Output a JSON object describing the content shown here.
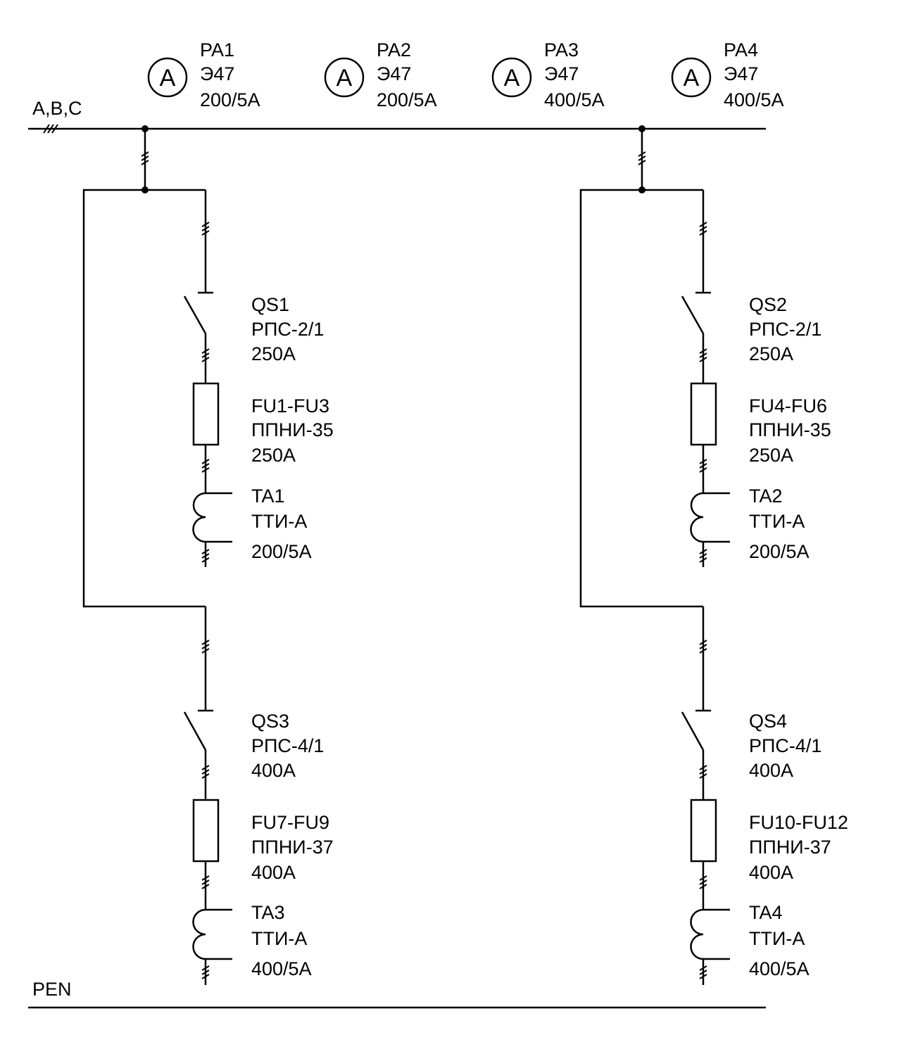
{
  "bus_top_label": "A,B,C",
  "bus_bottom_label": "PEN",
  "ammeters": [
    {
      "symbol": "A",
      "id": "PA1",
      "type": "Э47",
      "rating": "200/5A"
    },
    {
      "symbol": "A",
      "id": "PA2",
      "type": "Э47",
      "rating": "200/5A"
    },
    {
      "symbol": "A",
      "id": "PA3",
      "type": "Э47",
      "rating": "400/5A"
    },
    {
      "symbol": "A",
      "id": "PA4",
      "type": "Э47",
      "rating": "400/5A"
    }
  ],
  "switches": [
    {
      "id": "QS1",
      "type": "РПС-2/1",
      "rating": "250A"
    },
    {
      "id": "QS2",
      "type": "РПС-2/1",
      "rating": "250A"
    },
    {
      "id": "QS3",
      "type": "РПС-4/1",
      "rating": "400A"
    },
    {
      "id": "QS4",
      "type": "РПС-4/1",
      "rating": "400A"
    }
  ],
  "fuses": [
    {
      "id": "FU1-FU3",
      "type": "ППНИ-35",
      "rating": "250A"
    },
    {
      "id": "FU4-FU6",
      "type": "ППНИ-35",
      "rating": "250A"
    },
    {
      "id": "FU7-FU9",
      "type": "ППНИ-37",
      "rating": "400A"
    },
    {
      "id": "FU10-FU12",
      "type": "ППНИ-37",
      "rating": "400A"
    }
  ],
  "transformers": [
    {
      "id": "TA1",
      "type": "ТТИ-А",
      "rating": "200/5A"
    },
    {
      "id": "TA2",
      "type": "ТТИ-А",
      "rating": "200/5A"
    },
    {
      "id": "TA3",
      "type": "ТТИ-А",
      "rating": "400/5A"
    },
    {
      "id": "TA4",
      "type": "ТТИ-А",
      "rating": "400/5A"
    }
  ]
}
